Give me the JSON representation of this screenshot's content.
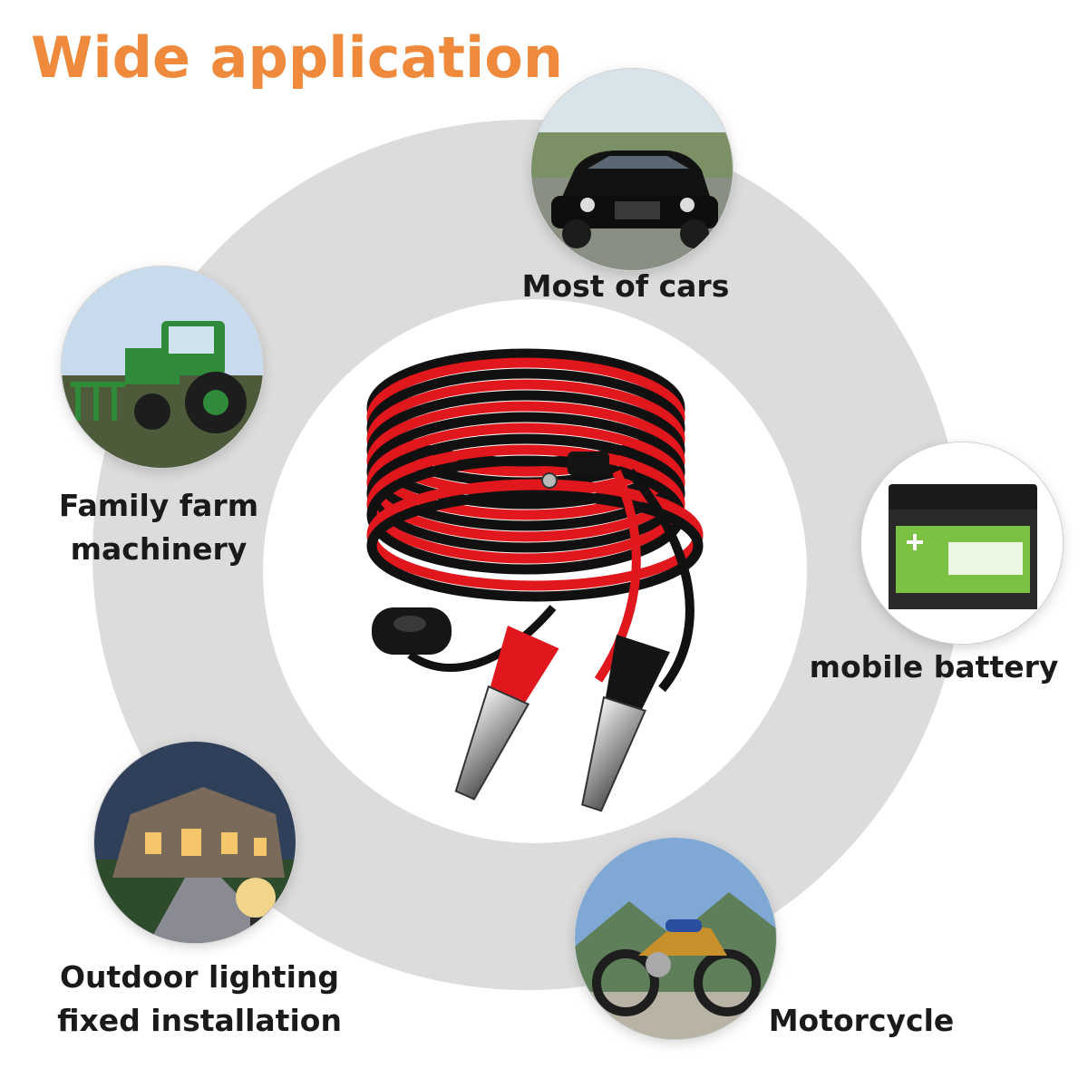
{
  "title": "Wide application",
  "colors": {
    "title": "#ef8a3c",
    "ring": "#dcdcdc",
    "cable_red": "#e0181e",
    "cable_black": "#111111"
  },
  "applications": [
    {
      "icon": "car-photo-icon",
      "lines": [
        "Most of cars"
      ]
    },
    {
      "icon": "tractor-photo-icon",
      "lines": [
        "Family farm",
        "machinery"
      ]
    },
    {
      "icon": "battery-photo-icon",
      "lines": [
        "mobile battery"
      ]
    },
    {
      "icon": "house-lighting-photo-icon",
      "lines": [
        "Outdoor lighting",
        "fixed installation"
      ]
    },
    {
      "icon": "motorcycle-photo-icon",
      "lines": [
        "Motorcycle"
      ]
    }
  ],
  "product": {
    "icon": "cable-with-alligator-clips-icon"
  }
}
